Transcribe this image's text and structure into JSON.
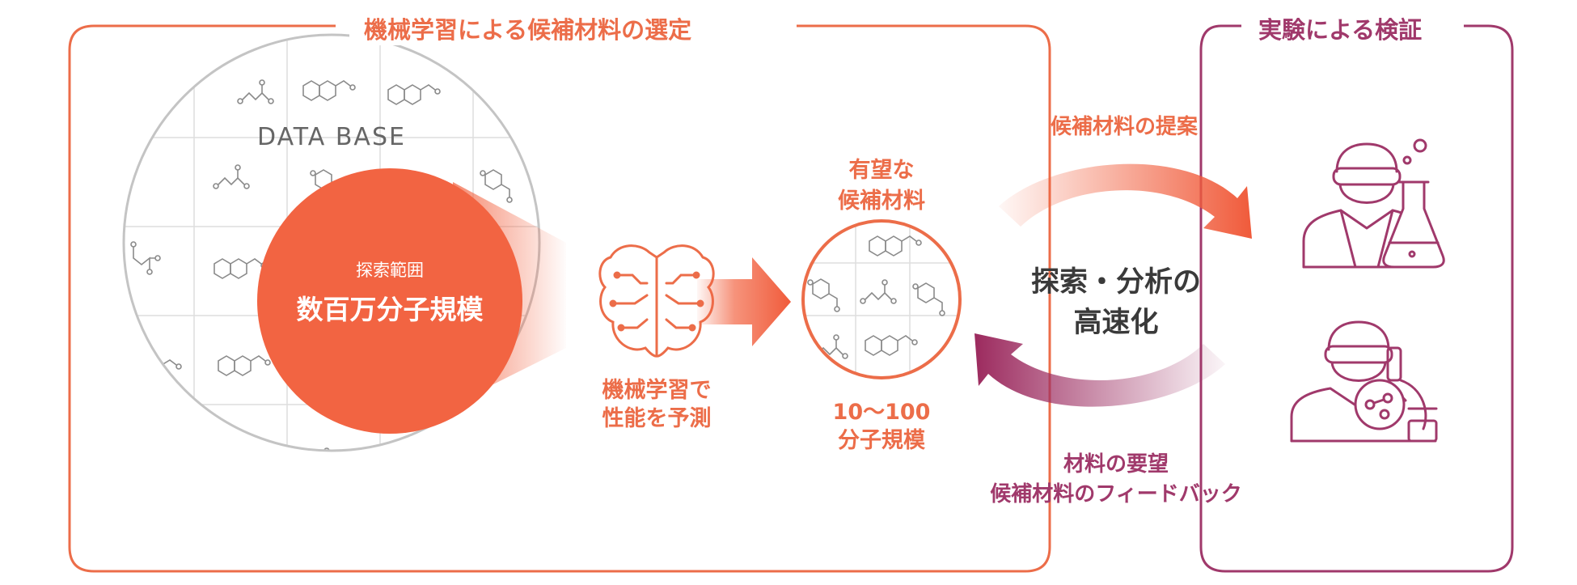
{
  "ml_section": {
    "title": "機械学習による候補材料の選定"
  },
  "exp_section": {
    "title": "実験による検証"
  },
  "database": {
    "label": "DATA BASE"
  },
  "search_range": {
    "caption": "探索範囲",
    "scale": "数百万分子規模"
  },
  "ml_step": {
    "line1": "機械学習で",
    "line2": "性能を予測"
  },
  "promising": {
    "line1": "有望な",
    "line2": "候補材料"
  },
  "result_scale": {
    "line1": "10～100",
    "line2": "分子規模"
  },
  "cycle": {
    "proposal": "候補材料の提案",
    "center_line1": "探索・分析の",
    "center_line2": "高速化",
    "feedback_line1": "材料の要望",
    "feedback_line2": "候補材料のフィードバック"
  },
  "colors": {
    "orange": "#ec6d49",
    "orange_fill": "#f26442",
    "plum": "#a0396b",
    "grey_line": "#c8c8c8",
    "text_dark": "#3a3a3a"
  },
  "icons": [
    "brain-circuit-icon",
    "scientist-flask-icon",
    "scientist-microscope-icon",
    "molecule-icon"
  ]
}
